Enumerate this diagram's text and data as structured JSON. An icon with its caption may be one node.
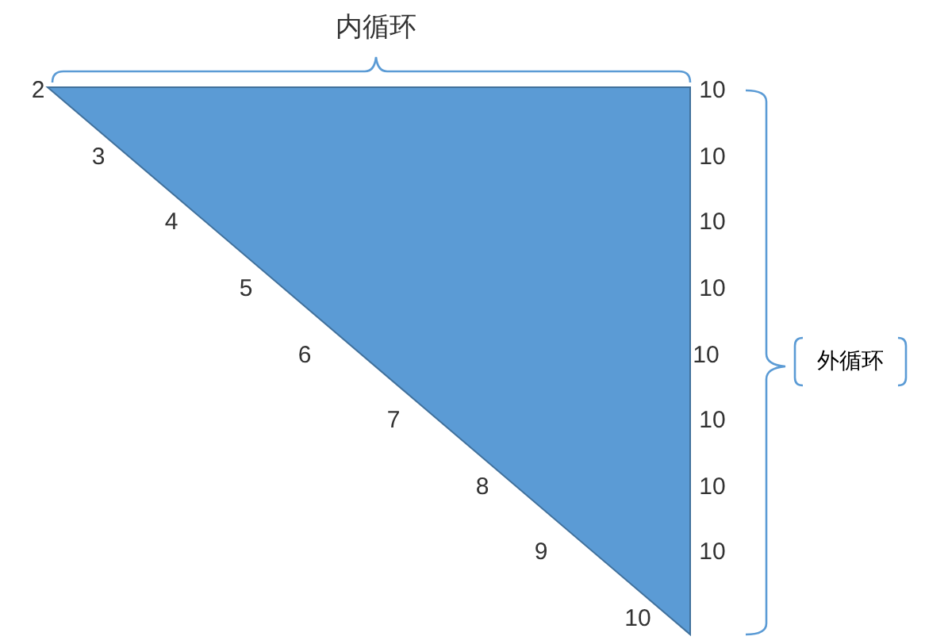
{
  "diagram": {
    "nodes": [
      {
        "text": [
          "外循环"
        ]
      }
    ],
    "labels": [
      "内循环",
      "2",
      "10",
      "3",
      "10",
      "4",
      "10",
      "5",
      "10",
      "6",
      "10",
      "7",
      "10",
      "8",
      "10",
      "9",
      "10",
      "10"
    ]
  }
}
